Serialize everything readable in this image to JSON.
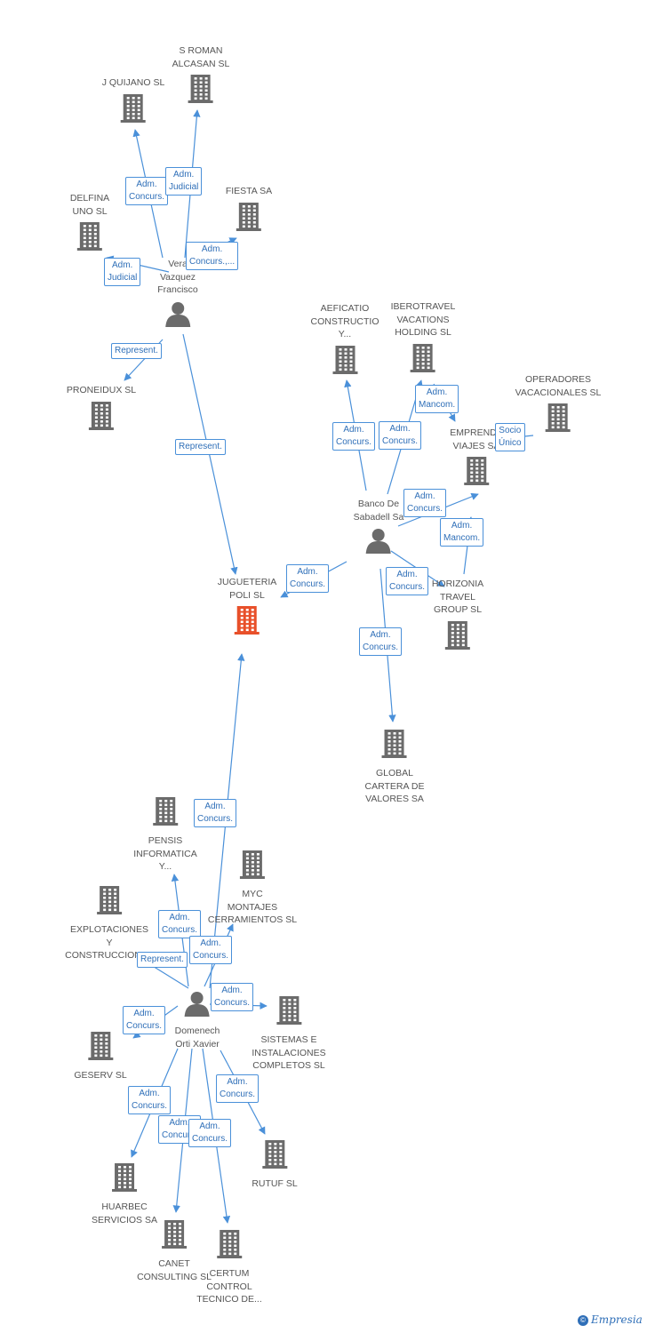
{
  "nodes": [
    {
      "id": "sroman",
      "type": "company",
      "label": "S ROMAN\nALCASAN SL"
    },
    {
      "id": "jquijano",
      "type": "company",
      "label": "J QUIJANO SL"
    },
    {
      "id": "delfina",
      "type": "company",
      "label": "DELFINA\nUNO SL"
    },
    {
      "id": "fiesta",
      "type": "company",
      "label": "FIESTA SA"
    },
    {
      "id": "vera",
      "type": "person",
      "label": "Vera\nVazquez\nFrancisco"
    },
    {
      "id": "proneidux",
      "type": "company",
      "label": "PRONEIDUX  SL"
    },
    {
      "id": "aeficatio",
      "type": "company",
      "label": "AEFICATIO\nCONSTRUCTIO\nY..."
    },
    {
      "id": "iberotravel",
      "type": "company",
      "label": "IBEROTRAVEL\nVACATIONS\nHOLDING SL"
    },
    {
      "id": "operadores",
      "type": "company",
      "label": "OPERADORES\nVACACIONALES SL"
    },
    {
      "id": "emprende",
      "type": "company",
      "label": "EMPRENDE\nVIAJES SA"
    },
    {
      "id": "sabadell",
      "type": "person",
      "label": "Banco De\nSabadell Sa"
    },
    {
      "id": "juguet",
      "type": "company",
      "main": true,
      "label": "JUGUETERIA\nPOLI SL"
    },
    {
      "id": "horizonia",
      "type": "company",
      "label": "HORIZONIA\nTRAVEL\nGROUP  SL"
    },
    {
      "id": "global",
      "type": "company",
      "label": "GLOBAL\nCARTERA DE\nVALORES SA"
    },
    {
      "id": "pensis",
      "type": "company",
      "label": "PENSIS\nINFORMATICA\nY..."
    },
    {
      "id": "myc",
      "type": "company",
      "label": "MYC\nMONTAJES\nCERRAMIENTOS SL"
    },
    {
      "id": "explot",
      "type": "company",
      "label": "EXPLOTACIONES\nY\nCONSTRUCCIONES"
    },
    {
      "id": "domenech",
      "type": "person",
      "label": "Domenech\nOrti Xavier"
    },
    {
      "id": "sistemas",
      "type": "company",
      "label": "SISTEMAS E\nINSTALACIONES\nCOMPLETOS SL"
    },
    {
      "id": "geserv",
      "type": "company",
      "label": "GESERV SL"
    },
    {
      "id": "rutuf",
      "type": "company",
      "label": "RUTUF SL"
    },
    {
      "id": "huarbec",
      "type": "company",
      "label": "HUARBEC\nSERVICIOS SA"
    },
    {
      "id": "canet",
      "type": "company",
      "label": "CANET\nCONSULTING SL"
    },
    {
      "id": "certum",
      "type": "company",
      "label": "CERTUM\nCONTROL\nTECNICO DE..."
    }
  ],
  "edges": [
    {
      "from": "vera",
      "to": "jquijano",
      "label": "Adm.\nConcurs."
    },
    {
      "from": "vera",
      "to": "sroman",
      "label": "Adm.\nJudicial"
    },
    {
      "from": "vera",
      "to": "fiesta",
      "label": "Adm.\nConcurs.,..."
    },
    {
      "from": "vera",
      "to": "delfina",
      "label": "Adm.\nJudicial"
    },
    {
      "from": "vera",
      "to": "proneidux",
      "label": "Represent."
    },
    {
      "from": "vera",
      "to": "juguet",
      "label": "Represent."
    },
    {
      "from": "sabadell",
      "to": "aeficatio",
      "label": "Adm.\nConcurs."
    },
    {
      "from": "sabadell",
      "to": "iberotravel",
      "label": "Adm.\nConcurs."
    },
    {
      "from": "iberotravel",
      "to": "emprende",
      "label": "Adm.\nMancom."
    },
    {
      "from": "operadores",
      "to": "emprende",
      "label": "Socio\nÚnico"
    },
    {
      "from": "sabadell",
      "to": "emprende",
      "label": "Adm.\nConcurs."
    },
    {
      "from": "horizonia",
      "to": "emprende",
      "label": "Adm.\nMancom."
    },
    {
      "from": "sabadell",
      "to": "horizonia",
      "label": "Adm.\nConcurs."
    },
    {
      "from": "sabadell",
      "to": "juguet",
      "label": "Adm.\nConcurs."
    },
    {
      "from": "sabadell",
      "to": "global",
      "label": "Adm.\nConcurs."
    },
    {
      "from": "domenech",
      "to": "juguet",
      "label": "Adm.\nConcurs."
    },
    {
      "from": "domenech",
      "to": "pensis",
      "label": "Adm.\nConcurs."
    },
    {
      "from": "domenech",
      "to": "myc",
      "label": "Adm.\nConcurs."
    },
    {
      "from": "domenech",
      "to": "explot",
      "label": "Represent."
    },
    {
      "from": "domenech",
      "to": "sistemas",
      "label": "Adm.\nConcurs."
    },
    {
      "from": "domenech",
      "to": "geserv",
      "label": "Adm.\nConcurs."
    },
    {
      "from": "domenech",
      "to": "rutuf",
      "label": "Adm.\nConcurs."
    },
    {
      "from": "domenech",
      "to": "huarbec",
      "label": "Adm.\nConcurs."
    },
    {
      "from": "domenech",
      "to": "canet",
      "label": "Adm.\nConcurs."
    },
    {
      "from": "domenech",
      "to": "certum",
      "label": "Adm.\nConcurs."
    }
  ],
  "colors": {
    "edge": "#4a90d9",
    "company": "#6b6b6b",
    "main_company": "#e8502a",
    "person": "#6b6b6b"
  },
  "brand": {
    "copyright_symbol": "©",
    "name": "Empresia"
  }
}
